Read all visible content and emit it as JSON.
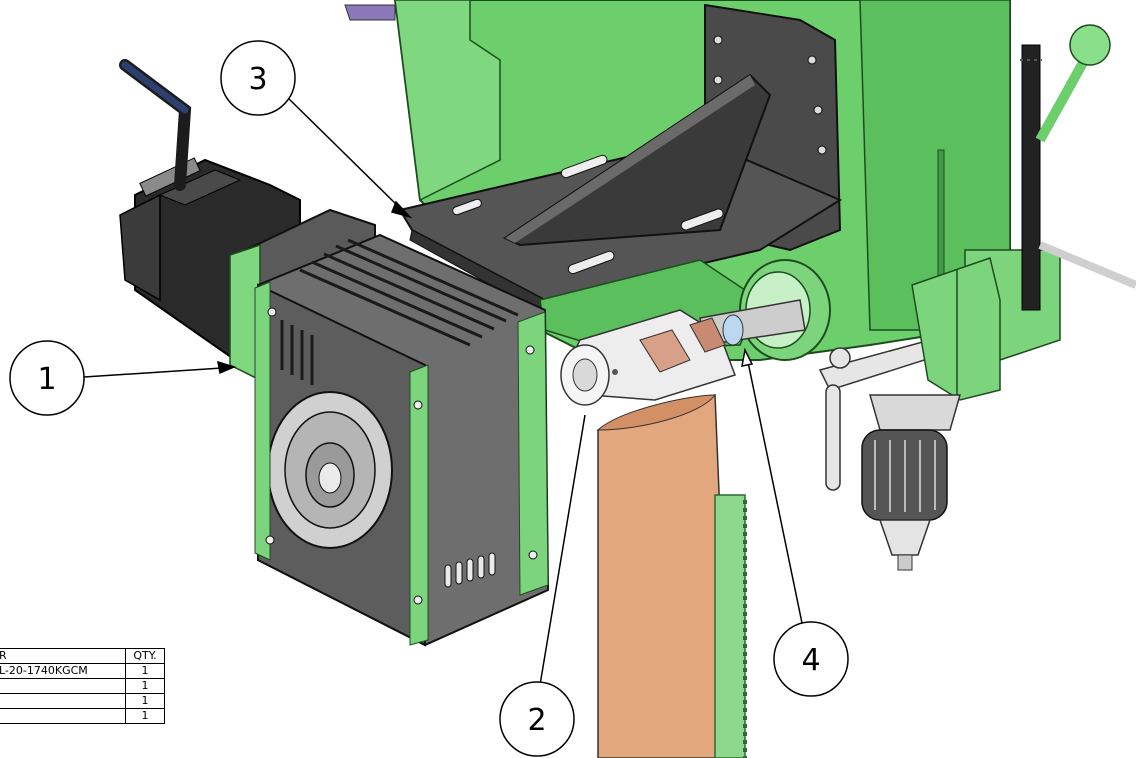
{
  "balloons": [
    {
      "label": "1"
    },
    {
      "label": "2"
    },
    {
      "label": "3"
    },
    {
      "label": "4"
    }
  ],
  "bom": {
    "header_part": "R",
    "header_qty": "QTY.",
    "rows": [
      {
        "part": "L-20-1740KGCM",
        "qty": "1"
      },
      {
        "part": "",
        "qty": "1"
      },
      {
        "part": "",
        "qty": "1"
      },
      {
        "part": "",
        "qty": "1"
      }
    ]
  },
  "colors": {
    "machine_green": "#6ccf6c",
    "machine_green_dark": "#3f9a44",
    "gearbox_gray": "#6e6e6e",
    "motor_black": "#2a2a2a",
    "column_tan": "#e2a77c",
    "coupling_white": "#ededed",
    "handle_blue": "#2d3f70"
  }
}
